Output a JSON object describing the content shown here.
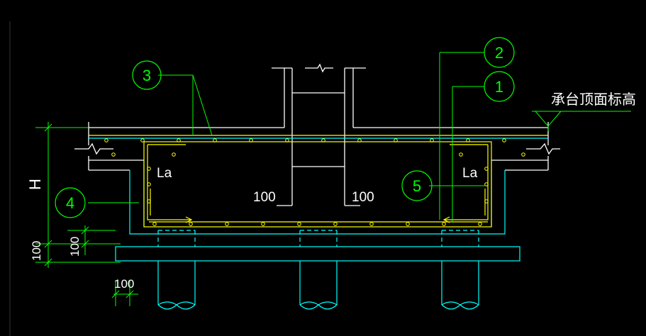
{
  "drawing": {
    "background": "#000000",
    "colors": {
      "structure": "#ffffff",
      "rebar": "#ffff00",
      "leader": "#00ff00",
      "pile_and_cushion": "#00ffff",
      "dimension": "#00ff00",
      "bubble": "#00ff00"
    },
    "labels": {
      "elevation": "承台顶面标高",
      "height_dim": "H",
      "dim_100_left": "100",
      "dim_100_right": "100",
      "dim_100_vertical_a": "100",
      "dim_100_vertical_b": "100",
      "dim_100_bottom": "100",
      "anchorage_left": "La",
      "anchorage_right": "La"
    },
    "callouts": [
      {
        "id": "c1",
        "number": "1"
      },
      {
        "id": "c2",
        "number": "2"
      },
      {
        "id": "c3",
        "number": "3"
      },
      {
        "id": "c4",
        "number": "4"
      },
      {
        "id": "c5",
        "number": "5"
      }
    ]
  }
}
